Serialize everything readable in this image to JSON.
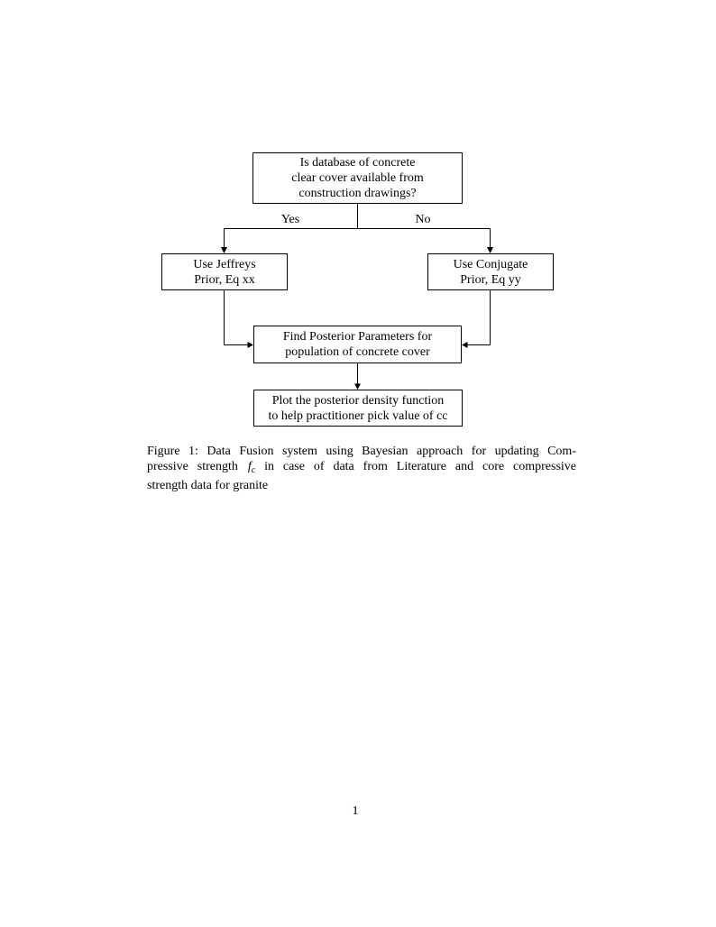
{
  "page": {
    "number": "1",
    "background_color": "#ffffff",
    "text_color": "#000000"
  },
  "figure": {
    "flowchart": {
      "nodes": [
        {
          "id": "question",
          "lines": [
            "Is database of concrete",
            "clear cover available from",
            "construction drawings?"
          ]
        },
        {
          "id": "jeffreys",
          "lines": [
            "Use Jeffreys",
            "Prior, Eq xx"
          ]
        },
        {
          "id": "conjugate",
          "lines": [
            "Use Conjugate",
            "Prior, Eq yy"
          ]
        },
        {
          "id": "posterior",
          "lines": [
            "Find Posterior Parameters for",
            "population of concrete cover"
          ]
        },
        {
          "id": "plot",
          "lines": [
            "Plot the posterior density function",
            "to help practitioner pick value of cc"
          ]
        }
      ],
      "edge_labels": {
        "yes": "Yes",
        "no": "No"
      }
    },
    "caption": {
      "line1": "Figure 1: Data Fusion system using Bayesian approach for updating Com-",
      "line2_pre": "pressive strength ",
      "line2_math_symbol": "f",
      "line2_math_subscript": "c",
      "line2_post": " in case of data from Literature and core compressive",
      "line3": "strength data for granite"
    }
  }
}
